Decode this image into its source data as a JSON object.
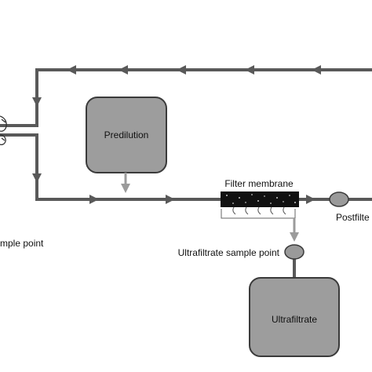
{
  "labels": {
    "predilution": "Predilution",
    "filter_membrane": "Filter membrane",
    "postfilter": "Postfilte",
    "ultrafiltrate_sample_point": "Ultrafiltrate sample point",
    "ultrafiltrate": "Ultrafiltrate",
    "sample_point": "mple point"
  },
  "colors": {
    "line": "#595959",
    "box_fill": "#9d9d9d",
    "box_stroke": "#3a3a3a",
    "sample_point_fill": "#9a9a9a",
    "membrane_fill": "#111111",
    "arrow_light": "#9b9b9b"
  }
}
